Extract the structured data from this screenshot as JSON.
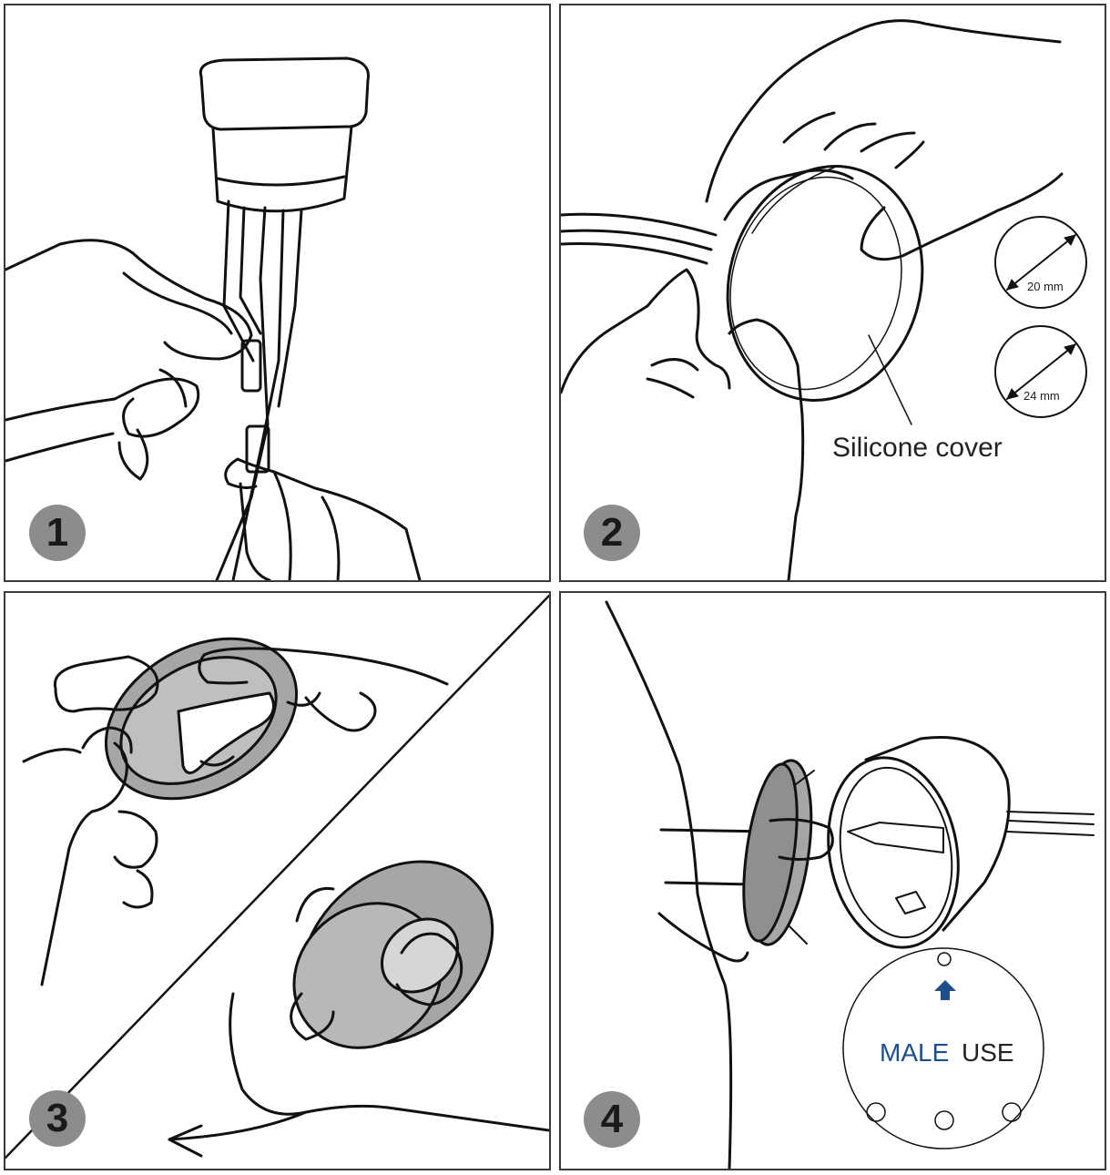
{
  "steps": [
    {
      "number": "1"
    },
    {
      "number": "2",
      "callout": "Silicone cover",
      "sizes": [
        "20 mm",
        "24 mm"
      ]
    },
    {
      "number": "3"
    },
    {
      "number": "4",
      "label_brand": "MALE",
      "label_use": "USE"
    }
  ],
  "colors": {
    "line": "#111111",
    "badge": "#8c8c8c",
    "cup_fill": "#9e9e9e",
    "accent": "#1c4f8c"
  }
}
